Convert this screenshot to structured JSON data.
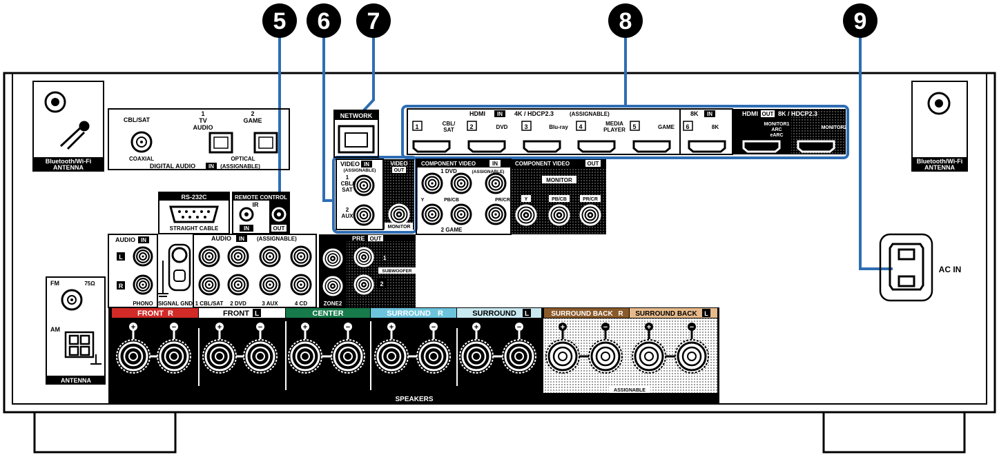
{
  "callouts": [
    "5",
    "6",
    "7",
    "8",
    "9"
  ],
  "antenna": {
    "label_line1": "Bluetooth/Wi-Fi",
    "label_line2": "ANTENNA"
  },
  "digital_audio": {
    "cbl_sat": "CBL/SAT",
    "tv_num": "1",
    "tv_line1": "TV",
    "tv_line2": "AUDIO",
    "game_num": "2",
    "game_label": "GAME",
    "coaxial": "COAXIAL",
    "optical": "OPTICAL",
    "title": "DIGITAL AUDIO",
    "in": "IN",
    "assignable": "(ASSIGNABLE)"
  },
  "network": {
    "label": "NETWORK"
  },
  "hdmi_in": {
    "title": "HDMI",
    "in": "IN",
    "spec": "4K / HDCP2.3",
    "assignable": "(ASSIGNABLE)",
    "inputs": [
      {
        "num": "1",
        "line1": "CBL/",
        "line2": "SAT"
      },
      {
        "num": "2",
        "line1": "DVD",
        "line2": ""
      },
      {
        "num": "3",
        "line1": "Blu-ray",
        "line2": ""
      },
      {
        "num": "4",
        "line1": "MEDIA",
        "line2": "PLAYER"
      },
      {
        "num": "5",
        "line1": "GAME",
        "line2": ""
      }
    ]
  },
  "hdmi_8k": {
    "title": "8K",
    "in": "IN",
    "num": "6",
    "label": "8K"
  },
  "hdmi_out": {
    "title": "HDMI",
    "out": "OUT",
    "spec": "8K / HDCP2.3",
    "monitor1_line1": "MONITOR1",
    "monitor1_line2": "ARC",
    "monitor1_line3": "eARC",
    "monitor2": "MONITOR2"
  },
  "rs232c": {
    "title": "RS-232C",
    "cable": "STRAIGHT CABLE"
  },
  "remote": {
    "title": "REMOTE CONTROL",
    "ir": "IR",
    "in": "IN",
    "out": "OUT"
  },
  "video_in": {
    "title": "VIDEO",
    "in": "IN",
    "assignable": "(ASSIGNABLE)",
    "in1_num": "1",
    "in1_line1": "CBL/",
    "in1_line2": "SAT",
    "in2_num": "2",
    "in2_label": "AUX"
  },
  "video_out": {
    "title": "VIDEO",
    "out": "OUT",
    "monitor": "MONITOR"
  },
  "component_in": {
    "title": "COMPONENT VIDEO",
    "in": "IN",
    "assignable": "(ASSIGNABLE)",
    "dvd": "1 DVD",
    "game": "2 GAME",
    "y": "Y",
    "pb": "PB/CB",
    "pr": "PR/CR"
  },
  "component_out": {
    "title": "COMPONENT VIDEO",
    "out": "OUT",
    "monitor": "MONITOR",
    "y": "Y",
    "pb": "PB/CB",
    "pr": "PR/CR"
  },
  "audio_phono": {
    "title": "AUDIO",
    "in": "IN",
    "l": "L",
    "r": "R",
    "phono": "PHONO",
    "signal_gnd": "SIGNAL GND"
  },
  "audio_in": {
    "title": "AUDIO",
    "in": "IN",
    "assignable": "(ASSIGNABLE)",
    "labels": [
      "1 CBL/SAT",
      "2 DVD",
      "3 AUX",
      "4 CD"
    ]
  },
  "pre_out": {
    "title": "PRE",
    "out": "OUT",
    "sub1": "1",
    "sub2": "2",
    "subwoofer": "SUBWOOFER",
    "zone2": "ZONE2"
  },
  "tuner": {
    "fm": "FM",
    "ohm": "75Ω",
    "am": "AM",
    "antenna": "ANTENNA"
  },
  "speakers": {
    "title": "SPEAKERS",
    "assignable": "ASSIGNABLE",
    "plus": "+",
    "minus": "−",
    "channels": [
      {
        "name": "FRONT",
        "side": "R",
        "color": "#d12a27"
      },
      {
        "name": "FRONT",
        "side": "L",
        "color": "#ffffff"
      },
      {
        "name": "CENTER",
        "side": "",
        "color": "#167a4a"
      },
      {
        "name": "SURROUND",
        "side": "R",
        "color": "#6cc4dc"
      },
      {
        "name": "SURROUND",
        "side": "L",
        "color": "#c9e9f1"
      },
      {
        "name": "SURROUND BACK",
        "side": "R",
        "color": "#8a5a2b"
      },
      {
        "name": "SURROUND BACK",
        "side": "L",
        "color": "#e7ba8b"
      }
    ]
  },
  "ac": {
    "label": "AC IN"
  },
  "colors": {
    "accent_blue": "#2e6db4",
    "panel": "#000000",
    "background": "#ffffff"
  }
}
